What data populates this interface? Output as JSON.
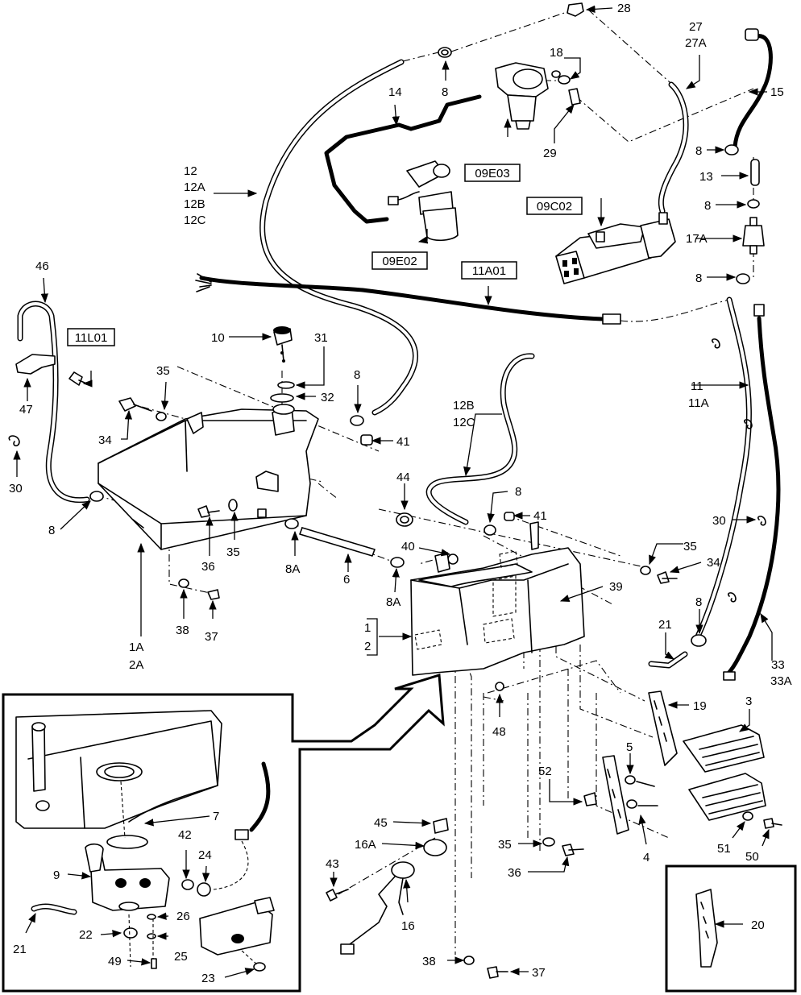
{
  "refs": {
    "r09E03": "09E03",
    "r09E02": "09E02",
    "r09C02": "09C02",
    "r11A01": "11A01",
    "r11L01": "11L01"
  },
  "callouts": {
    "c28": "28",
    "c27": "27",
    "c27A": "27A",
    "c18": "18",
    "c15": "15",
    "c14": "14",
    "c8": "8",
    "c29": "29",
    "c12": "12",
    "c12A": "12A",
    "c12B": "12B",
    "c12C": "12C",
    "c13": "13",
    "c17A": "17A",
    "c46": "46",
    "c10": "10",
    "c31": "31",
    "c32": "32",
    "c35": "35",
    "c34": "34",
    "c41": "41",
    "c47": "47",
    "c30": "30",
    "c11": "11",
    "c11A": "11A",
    "c44": "44",
    "c36": "36",
    "c8A": "8A",
    "c6": "6",
    "c40": "40",
    "c39": "39",
    "c38": "38",
    "c37": "37",
    "c1A": "1A",
    "c2A": "2A",
    "c1": "1",
    "c2": "2",
    "c21": "21",
    "c33": "33",
    "c33A": "33A",
    "c19": "19",
    "c3": "3",
    "c48": "48",
    "c5": "5",
    "c52": "52",
    "c4": "4",
    "c51": "51",
    "c50": "50",
    "c7": "7",
    "c42": "42",
    "c24": "24",
    "c9": "9",
    "c45": "45",
    "c16A": "16A",
    "c43": "43",
    "c16": "16",
    "c26": "26",
    "c22": "22",
    "c25": "25",
    "c49": "49",
    "c23": "23",
    "c20": "20"
  }
}
